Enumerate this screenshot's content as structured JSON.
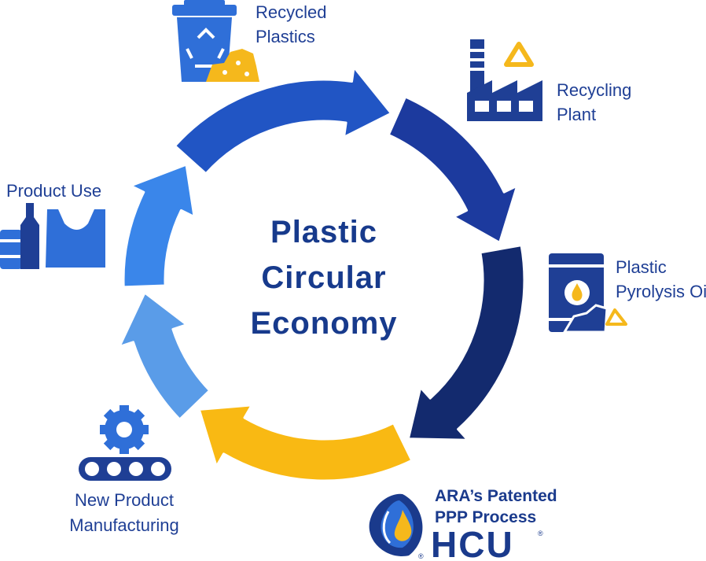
{
  "center": {
    "line1": "Plastic",
    "line2": "Circular",
    "line3": "Economy"
  },
  "stages": {
    "recycled_plastics": {
      "line1": "Recycled",
      "line2": "Plastics"
    },
    "recycling_plant": {
      "line1": "Recycling",
      "line2": "Plant"
    },
    "pyrolysis_oil": {
      "line1": "Plastic",
      "line2": "Pyrolysis Oil"
    },
    "product_use": {
      "line1": "Product Use"
    },
    "manufacturing": {
      "line1": "New Product",
      "line2": "Manufacturing"
    }
  },
  "process": {
    "line1": "ARA’s Patented",
    "line2": "PPP Process",
    "brand": "HCU",
    "mark": "®"
  },
  "colors": {
    "arrow_top": "#2155c4",
    "arrow_right_top": "#1c3a9e",
    "arrow_right": "#132a6e",
    "arrow_bottom": "#f9b913",
    "arrow_left_bottom": "#5a9ce8",
    "arrow_left": "#3a86ea",
    "icon_blue": "#2f6fd8",
    "icon_navy": "#1f3f95",
    "icon_yellow": "#f5b81c"
  },
  "icons": [
    "recycle-bin-icon",
    "factory-icon",
    "oil-barrel-icon",
    "gear-conveyor-icon",
    "bottle-bag-icon",
    "hcu-logo-icon"
  ]
}
